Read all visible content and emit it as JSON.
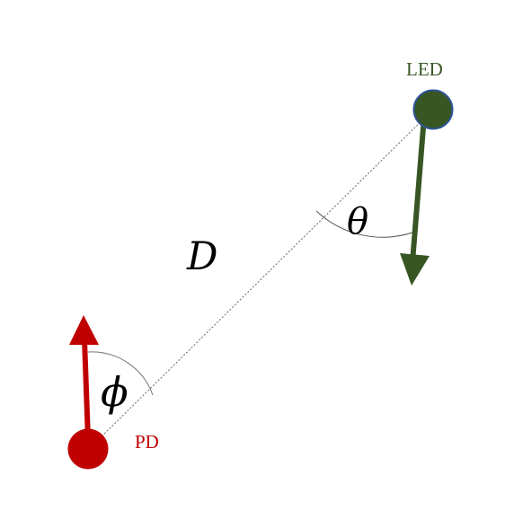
{
  "labels": {
    "led": "LED",
    "pd": "PD",
    "distance": "D",
    "theta": "θ",
    "phi": "ϕ"
  },
  "colors": {
    "led_fill": "#375623",
    "led_stroke": "#2F5597",
    "led_arrow": "#375623",
    "pd_fill": "#C00000",
    "pd_arrow": "#C00000",
    "pd_label": "#C00000",
    "led_label": "#375623",
    "line": "#666666",
    "arc": "#555555",
    "text": "#000000"
  }
}
